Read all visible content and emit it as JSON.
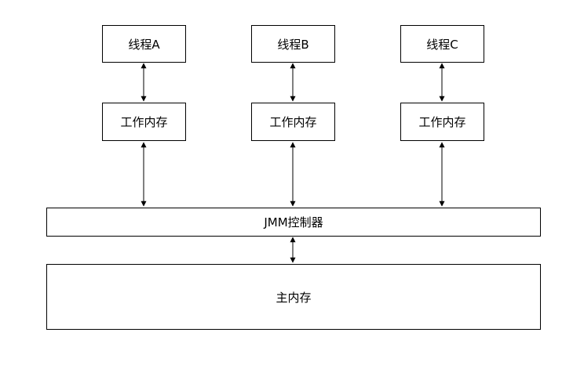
{
  "threads": [
    {
      "label": "线程A",
      "memory": "工作内存"
    },
    {
      "label": "线程B",
      "memory": "工作内存"
    },
    {
      "label": "线程C",
      "memory": "工作内存"
    }
  ],
  "controller": {
    "label": "JMM控制器"
  },
  "main_memory": {
    "label": "主内存"
  }
}
